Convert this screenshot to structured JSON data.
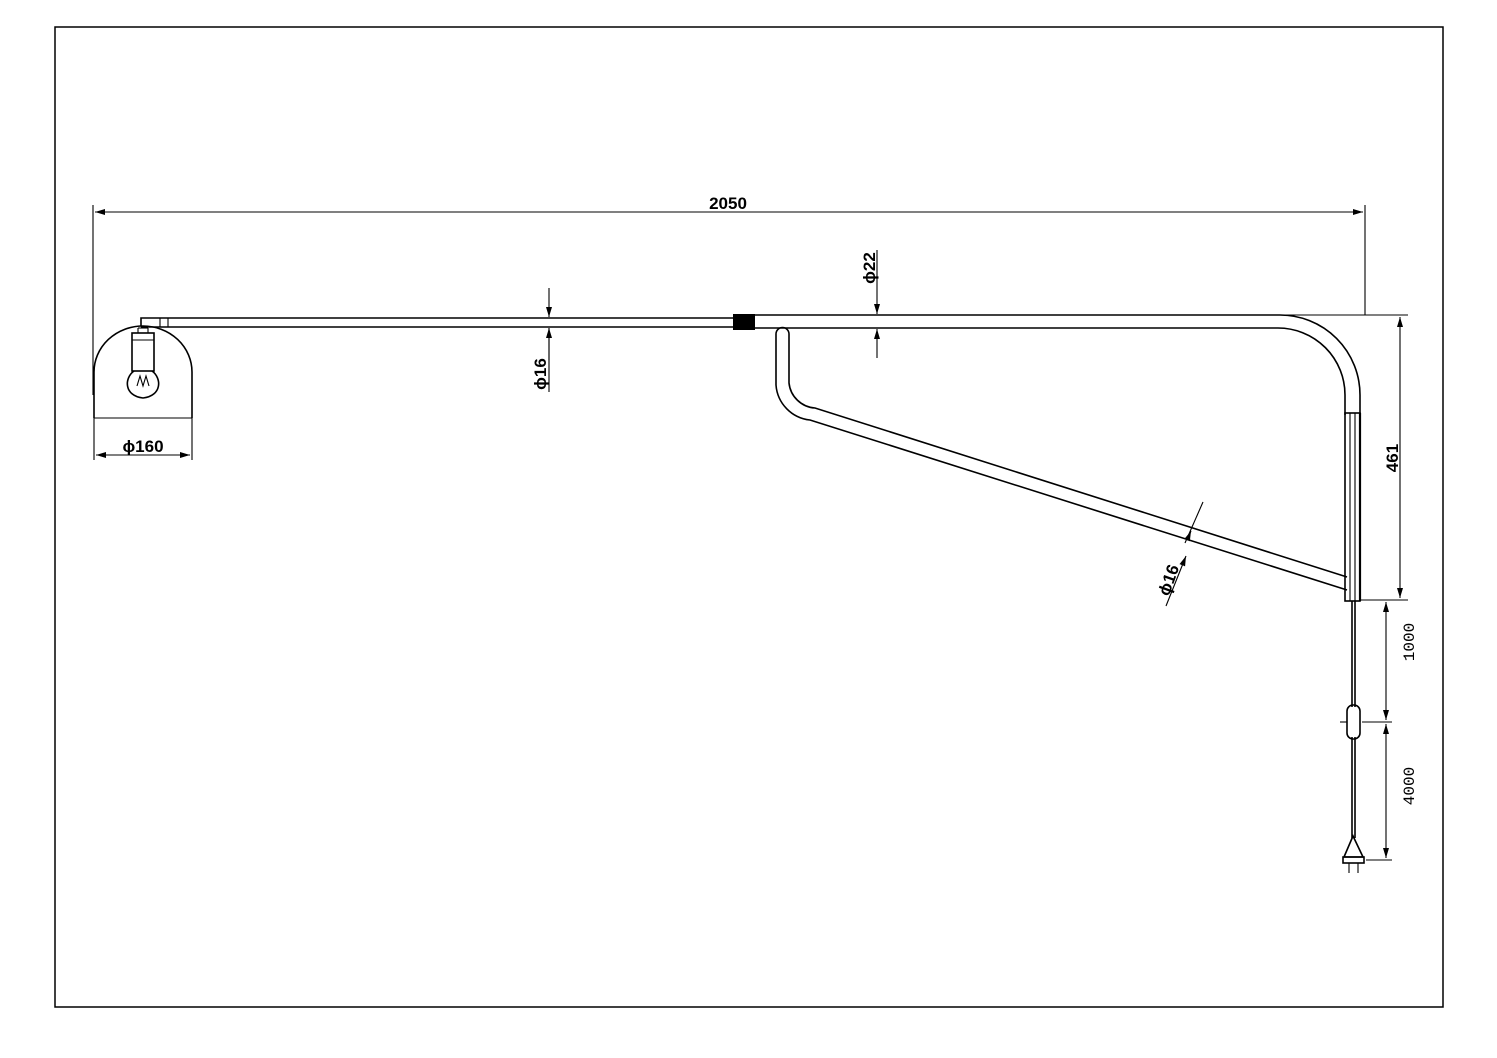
{
  "drawing": {
    "dimensions": {
      "total_length": "2050",
      "diffuser_diameter": "ϕ160",
      "arm_diameter": "ϕ16",
      "main_tube_diameter": "ϕ22",
      "brace_diameter": "ϕ16",
      "bracket_height": "461",
      "cord_to_switch": "1000",
      "switch_to_plug": "4000"
    },
    "colors": {
      "line": "#000000",
      "background": "#ffffff"
    }
  }
}
